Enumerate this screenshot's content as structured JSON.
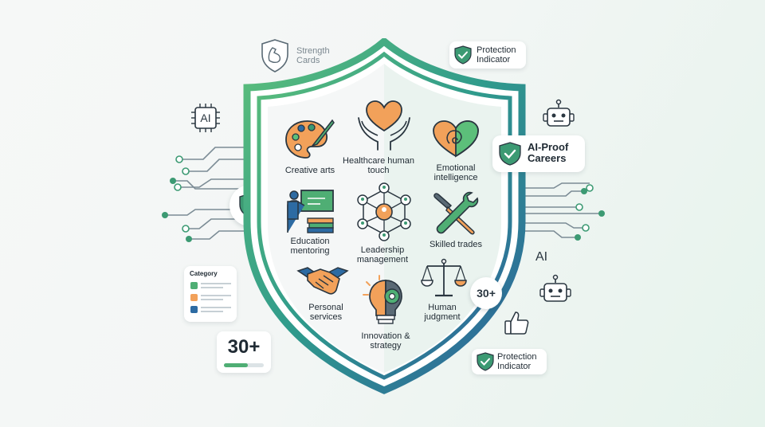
{
  "badges": {
    "strength_cards": "Strength Cards",
    "protection_top": "Protection Indicator",
    "ai_proof": "AI-Proof Careers",
    "protection_bottom": "Protection Indicator"
  },
  "ai_labels": {
    "chip": "AI",
    "right": "AI"
  },
  "legend": {
    "title": "Category"
  },
  "counts": {
    "left": "30+",
    "right": "30+"
  },
  "progress_fraction": 0.6,
  "careers": [
    {
      "label": "Creative arts",
      "icon": "palette-icon"
    },
    {
      "label": "Healthcare human touch",
      "icon": "heart-hands-icon"
    },
    {
      "label": "Emotional intelligence",
      "icon": "heart-mind-icon"
    },
    {
      "label": "Education mentoring",
      "icon": "teacher-board-icon"
    },
    {
      "label": "Leadership management",
      "icon": "network-people-icon"
    },
    {
      "label": "Skilled trades",
      "icon": "wrench-hammer-icon"
    },
    {
      "label": "Personal services",
      "icon": "handshake-icon"
    },
    {
      "label": "Innovation & strategy",
      "icon": "lightbulb-gear-icon"
    },
    {
      "label": "Human judgment",
      "icon": "scales-icon"
    }
  ],
  "colors": {
    "green": "#4fae74",
    "teal": "#2f8f8a",
    "blue": "#2d6ba3",
    "orange": "#f2a15a",
    "dark": "#2a3640"
  }
}
